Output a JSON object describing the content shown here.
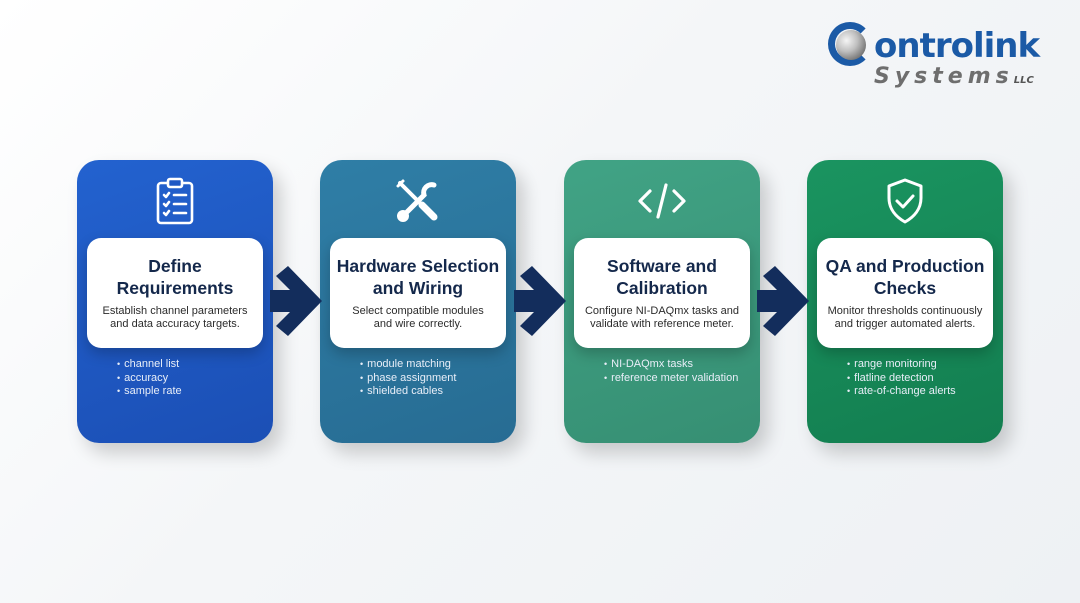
{
  "logo": {
    "word": "ontrolink",
    "sub": "Systems",
    "suffix": "LLC",
    "colors": {
      "blue": "#1b5aa6",
      "gray": "#6e6e6e"
    }
  },
  "steps": [
    {
      "title": "Define Requirements",
      "description": "Establish channel parameters and data accuracy targets.",
      "icon": "clipboard-checklist-icon",
      "color": "#1f58c4",
      "bullets": [
        "channel list",
        "accuracy",
        "sample rate"
      ]
    },
    {
      "title": "Hardware Selection and Wiring",
      "description": "Select compatible modules and wire correctly.",
      "icon": "tools-icon",
      "color": "#2a759d",
      "bullets": [
        "module matching",
        "phase assignment",
        "shielded cables"
      ]
    },
    {
      "title": "Software and Calibration",
      "description": "Configure NI-DAQmx tasks and validate with reference meter.",
      "icon": "code-icon",
      "color": "#3a9a7c",
      "bullets": [
        "NI-DAQmx tasks",
        "reference meter validation"
      ]
    },
    {
      "title": "QA and Production Checks",
      "description": "Monitor thresholds continuously and trigger automated alerts.",
      "icon": "shield-check-icon",
      "color": "#178a57",
      "bullets": [
        "range monitoring",
        "flatline detection",
        "rate-of-change alerts"
      ]
    }
  ],
  "arrow_color": "#132d5c"
}
